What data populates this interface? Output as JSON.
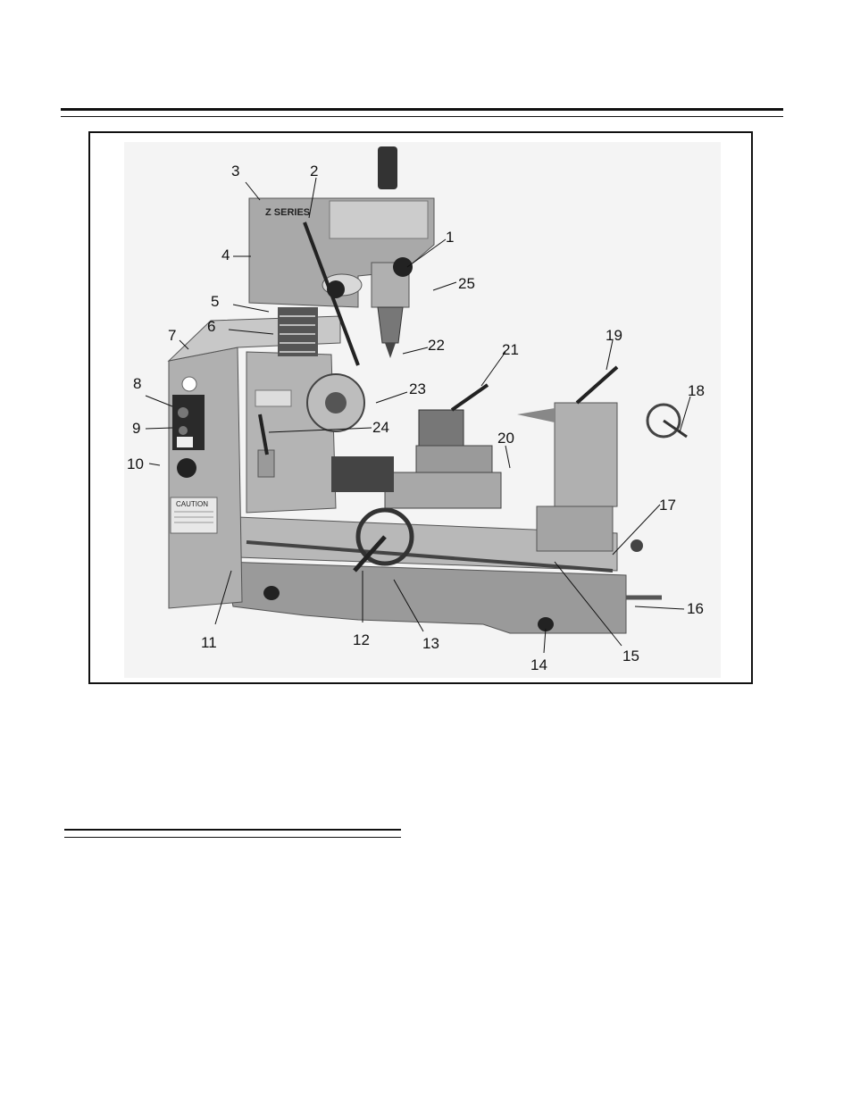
{
  "figure": {
    "callouts": [
      "1",
      "2",
      "3",
      "4",
      "5",
      "6",
      "7",
      "8",
      "9",
      "10",
      "11",
      "12",
      "13",
      "14",
      "15",
      "16",
      "17",
      "18",
      "19",
      "20",
      "21",
      "22",
      "23",
      "24",
      "25"
    ],
    "machine_text": {
      "brand": "Z SERIES",
      "caution": "CAUTION"
    }
  },
  "colors": {
    "ink": "#111111",
    "machine_body": "#a8a8a8",
    "machine_dark": "#5a5a5a",
    "photo_background": "#f2f2f2"
  }
}
